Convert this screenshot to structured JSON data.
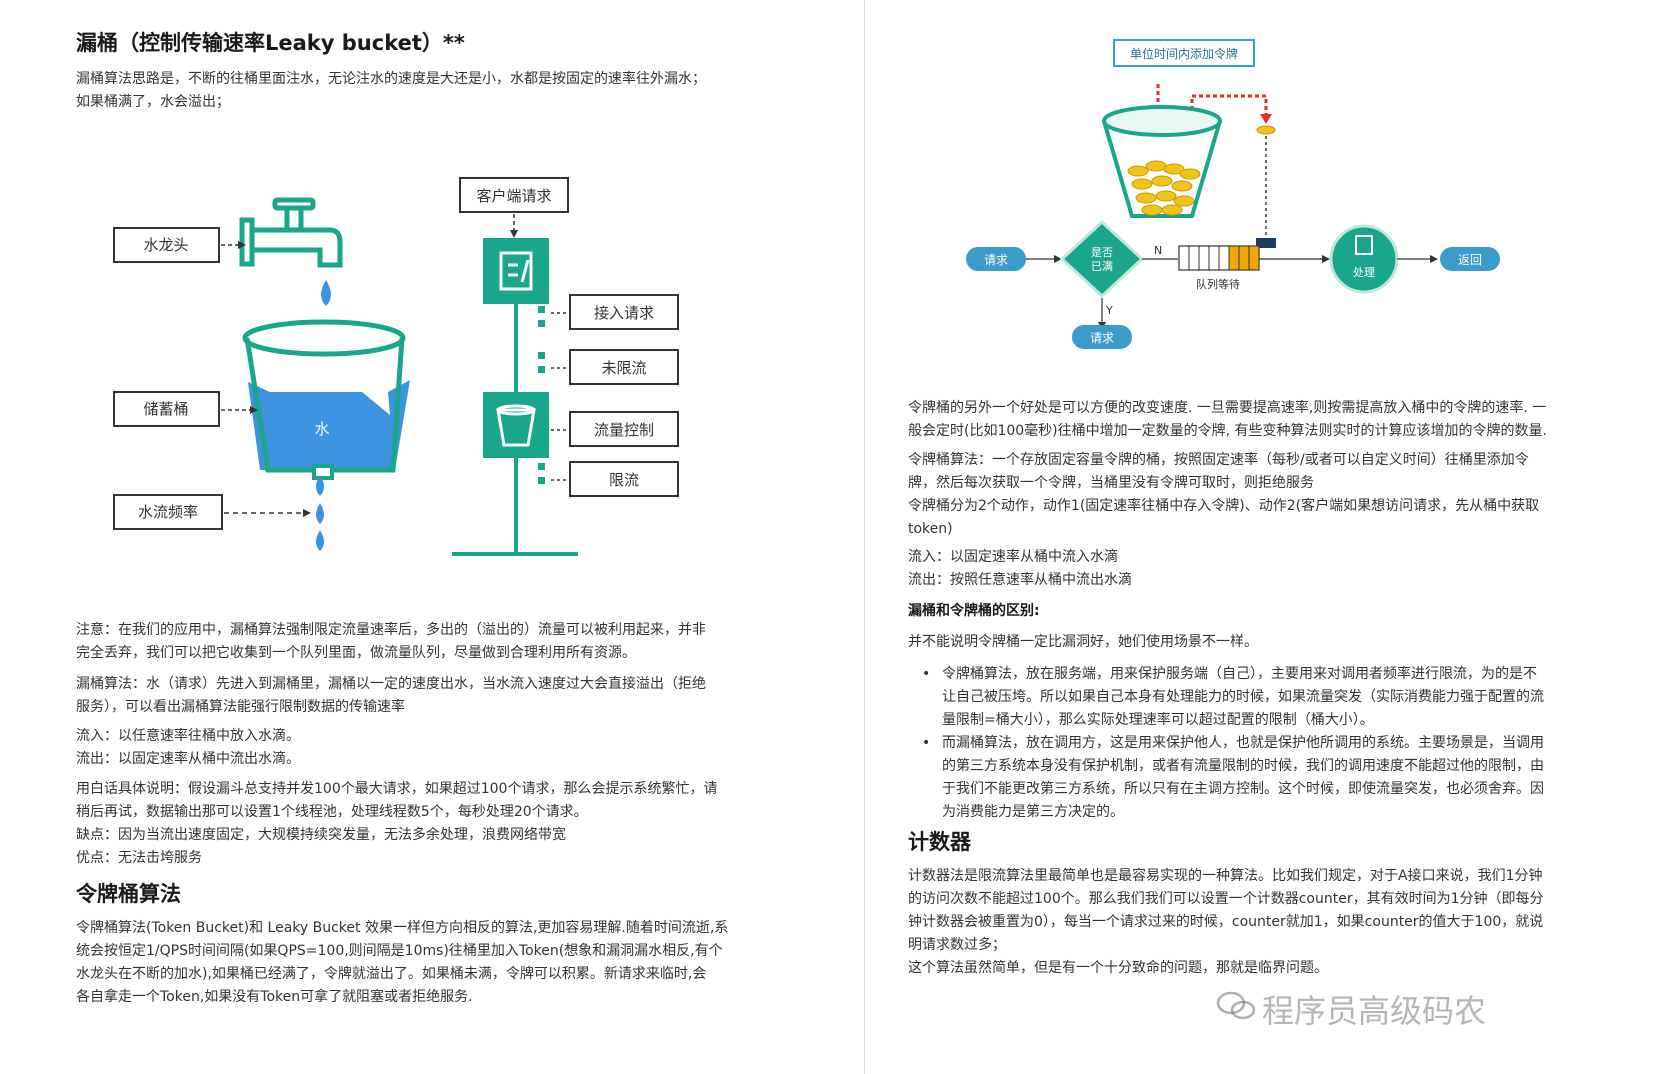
{
  "left": {
    "title": "漏桶（控制传输速率Leaky bucket）**",
    "intro": [
      "漏桶算法思路是，不断的往桶里面注水，无论注水的速度是大还是小，水都是按固定的速率往外漏水；",
      "如果桶满了，水会溢出；"
    ],
    "diagram": {
      "tap_label": "水龙头",
      "bucket_label": "储蓄桶",
      "water_label": "水",
      "rate_label": "水流频率",
      "client_label": "客户端请求",
      "accept_label": "接入请求",
      "unlimited_label": "未限流",
      "flow_control_label": "流量控制",
      "limited_label": "限流"
    },
    "note": [
      "注意：在我们的应用中，漏桶算法强制限定流量速率后，多出的（溢出的）流量可以被利用起来，并非",
      "完全丢弃，我们可以把它收集到一个队列里面，做流量队列，尽量做到合理利用所有资源。"
    ],
    "algo": [
      "漏桶算法：水（请求）先进入到漏桶里，漏桶以一定的速度出水，当水流入速度过大会直接溢出（拒绝",
      "服务），可以看出漏桶算法能强行限制数据的传输速率"
    ],
    "inflow": [
      "流入：以任意速率往桶中放入水滴。",
      "流出：以固定速率从桶中流出水滴。"
    ],
    "plain": [
      "用白话具体说明：假设漏斗总支持并发100个最大请求，如果超过100个请求，那么会提示系统繁忙，请",
      "稍后再试，数据输出那可以设置1个线程池，处理线程数5个，每秒处理20个请求。",
      "缺点：因为当流出速度固定，大规模持续突发量，无法多余处理，浪费网络带宽",
      "优点：无法击垮服务"
    ],
    "token_title": "令牌桶算法",
    "token_intro": [
      "令牌桶算法(Token Bucket)和 Leaky Bucket 效果一样但方向相反的算法,更加容易理解.随着时间流逝,系",
      "统会按恒定1/QPS时间间隔(如果QPS=100,则间隔是10ms)往桶里加入Token(想象和漏洞漏水相反,有个",
      "水龙头在不断的加水),如果桶已经满了，令牌就溢出了。如果桶未满，令牌可以积累。新请求来临时,会",
      "各自拿走一个Token,如果没有Token可拿了就阻塞或者拒绝服务."
    ]
  },
  "right": {
    "diagram": {
      "add_token_label": "单位时间内添加令牌",
      "request_label": "请求",
      "full_label_1": "是否",
      "full_label_2": "已满",
      "n_label": "N",
      "y_label": "Y",
      "queue_label": "队列等待",
      "process_label": "处理",
      "return_label": "返回",
      "reject_label": "请求"
    },
    "token_benefit": [
      "令牌桶的另外一个好处是可以方便的改变速度. 一旦需要提高速率,则按需提高放入桶中的令牌的速率. 一",
      "般会定时(比如100毫秒)往桶中增加一定数量的令牌, 有些变种算法则实时的计算应该增加的令牌的数量."
    ],
    "token_algo": [
      "令牌桶算法：一个存放固定容量令牌的桶，按照固定速率（每秒/或者可以自定义时间）往桶里添加令",
      "牌，然后每次获取一个令牌，当桶里没有令牌可取时，则拒绝服务",
      "令牌桶分为2个动作，动作1(固定速率往桶中存入令牌)、动作2(客户端如果想访问请求，先从桶中获取",
      "token)"
    ],
    "token_flow": [
      "流入：以固定速率从桶中流入水滴",
      "流出：按照任意速率从桶中流出水滴"
    ],
    "diff_title": "漏桶和令牌桶的区别:",
    "diff_intro": "并不能说明令牌桶一定比漏洞好，她们使用场景不一样。",
    "bullets": [
      [
        "令牌桶算法，放在服务端，用来保护服务端（自己），主要用来对调用者频率进行限流，为的是不",
        "让自己被压垮。所以如果自己本身有处理能力的时候，如果流量突发（实际消费能力强于配置的流",
        "量限制=桶大小），那么实际处理速率可以超过配置的限制（桶大小）。"
      ],
      [
        "而漏桶算法，放在调用方，这是用来保护他人，也就是保护他所调用的系统。主要场景是，当调用",
        "的第三方系统本身没有保护机制，或者有流量限制的时候，我们的调用速度不能超过他的限制，由",
        "于我们不能更改第三方系统，所以只有在主调方控制。这个时候，即使流量突发，也必须舍弃。因",
        "为消费能力是第三方决定的。"
      ]
    ],
    "counter_title": "计数器",
    "counter_text": [
      "计数器法是限流算法里最简单也是最容易实现的一种算法。比如我们规定，对于A接口来说，我们1分钟",
      "的访问次数不能超过100个。那么我们我们可以设置一个计数器counter，其有效时间为1分钟（即每分",
      "钟计数器会被重置为0），每当一个请求过来的时候，counter就加1，如果counter的值大于100，就说",
      "明请求数过多；",
      "这个算法虽然简单，但是有一个十分致命的问题，那就是临界问题。"
    ]
  },
  "watermark": "程序员高级码农",
  "colors": {
    "teal": "#1aa68a",
    "blue_btn": "#3a9cc8",
    "water": "#3d93e0",
    "gold": "#f0c419",
    "red_dash": "#e23030"
  }
}
